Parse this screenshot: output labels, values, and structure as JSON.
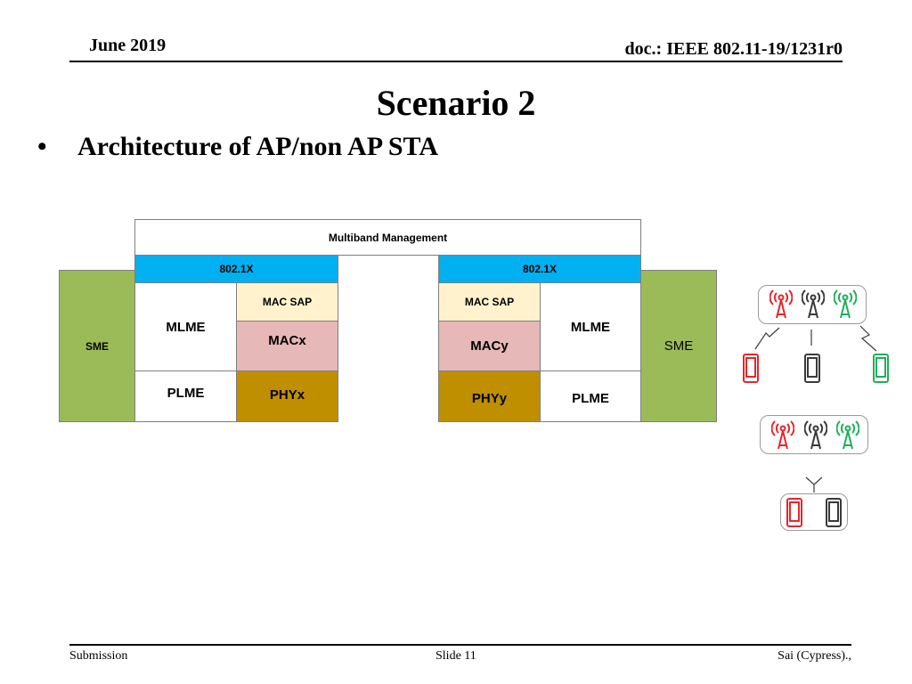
{
  "header": {
    "date": "June 2019",
    "doc": "doc.: IEEE 802.11-19/1231r0"
  },
  "title": "Scenario 2",
  "bullet": {
    "marker": "•",
    "text": "Architecture of AP/non AP STA"
  },
  "diagram": {
    "multiband": "Multiband Management",
    "left": {
      "dot1x": "802.1X",
      "sme": "SME",
      "mlme": "MLME",
      "plme": "PLME",
      "mac_sap": "MAC SAP",
      "mac": "MACx",
      "phy": "PHYx"
    },
    "right": {
      "dot1x": "802.1X",
      "sme": "SME",
      "mlme": "MLME",
      "plme": "PLME",
      "mac_sap": "MAC SAP",
      "mac": "MACy",
      "phy": "PHYy"
    }
  },
  "colors": {
    "sme": "#9bbb59",
    "dot1x": "#00b0f0",
    "mac_sap": "#fff2cc",
    "mac": "#e6b8b7",
    "phy": "#bf8f00",
    "red": "#e8252b",
    "gray": "#3a3a3a",
    "green": "#1fae5a"
  },
  "icons": {
    "ap": "antenna-tower-icon",
    "sta": "smartphone-icon"
  },
  "footer": {
    "left": "Submission",
    "center": "Slide 11",
    "right": "Sai (Cypress).,"
  }
}
